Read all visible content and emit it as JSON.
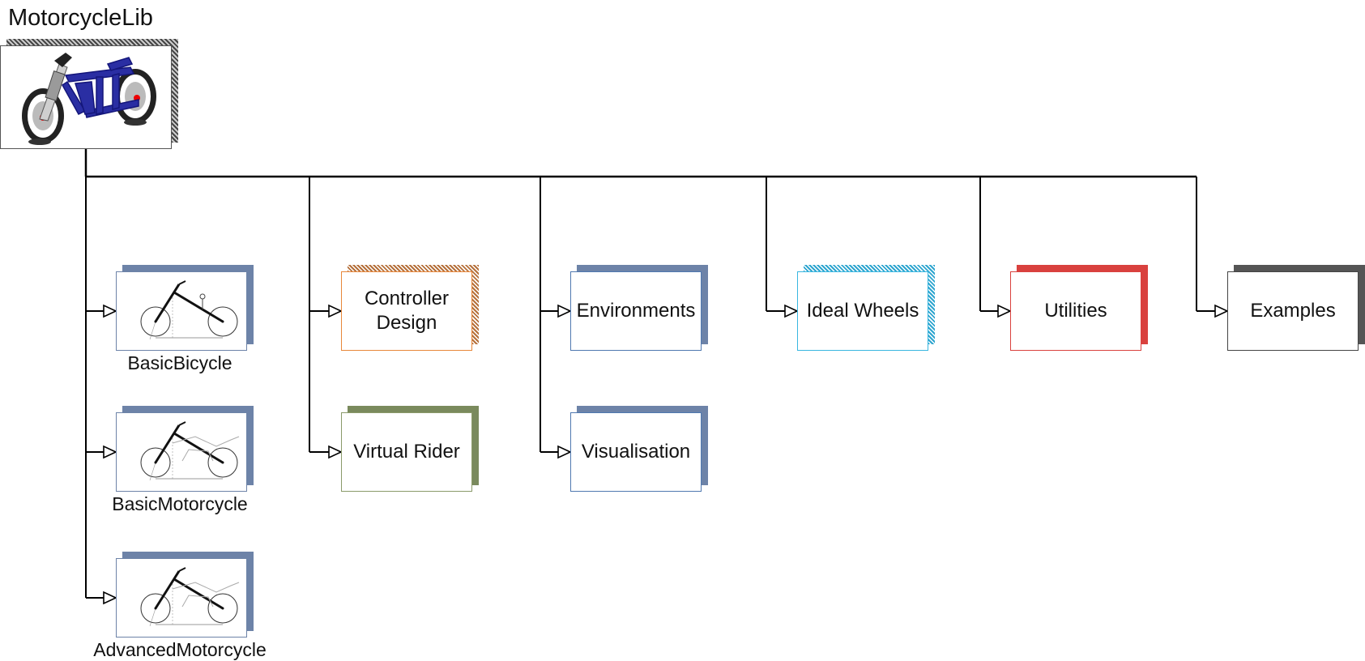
{
  "root": {
    "title": "MotorcycleLib"
  },
  "groups": [
    {
      "nodes": [
        {
          "caption": "BasicBicycle",
          "accent": "#6d83a8",
          "icon": "bicycle-schematic-icon"
        },
        {
          "caption": "BasicMotorcycle",
          "accent": "#6d83a8",
          "icon": "motorcycle-schematic-icon"
        },
        {
          "caption": "AdvancedMotorcycle",
          "accent": "#6d83a8",
          "icon": "motorcycle-schematic-icon"
        }
      ]
    },
    {
      "nodes": [
        {
          "label": "Controller\nDesign",
          "accent": "#e8873a",
          "shadow": "#b5703b",
          "pattern": "hatch"
        },
        {
          "label": "Virtual Rider",
          "accent": "#8a9a6a",
          "shadow": "#7a8a5d",
          "pattern": "solid"
        }
      ]
    },
    {
      "nodes": [
        {
          "label": "Environments",
          "accent": "#4f78b0",
          "shadow": "#6d83a8",
          "pattern": "solid"
        },
        {
          "label": "Visualisation",
          "accent": "#4f78b0",
          "shadow": "#6d83a8",
          "pattern": "solid"
        }
      ]
    },
    {
      "nodes": [
        {
          "label": "Ideal Wheels",
          "accent": "#38b6e0",
          "shadow": "#2ea5cf",
          "pattern": "hatch"
        }
      ]
    },
    {
      "nodes": [
        {
          "label": "Utilities",
          "accent": "#d9413e",
          "shadow": "#d9413e",
          "pattern": "solid"
        }
      ]
    },
    {
      "nodes": [
        {
          "label": "Examples",
          "accent": "#444444",
          "shadow": "#555555",
          "pattern": "solid"
        }
      ]
    }
  ]
}
